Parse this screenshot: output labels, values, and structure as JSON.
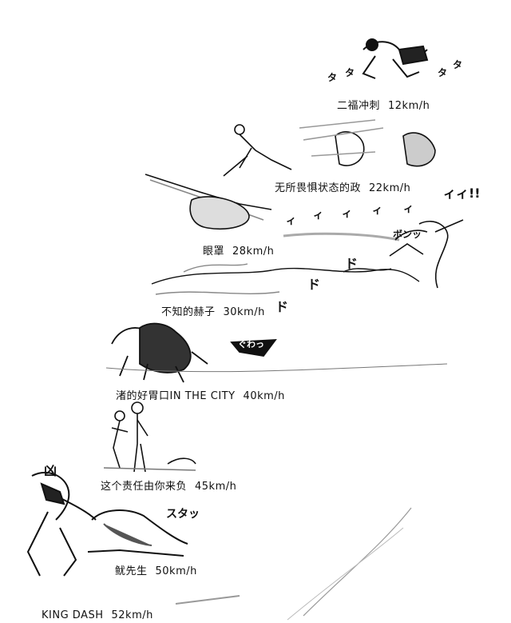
{
  "captions": [
    {
      "name": "二福冲刺",
      "speed": "12km/h"
    },
    {
      "name": "无所畏惧状态的政",
      "speed": "22km/h"
    },
    {
      "name": "眼罩",
      "speed": "28km/h"
    },
    {
      "name": "不知的赫子",
      "speed": "30km/h"
    },
    {
      "name": "渚的好胃口IN THE CITY",
      "speed": "40km/h"
    },
    {
      "name": "这个责任由你来负",
      "speed": "45km/h"
    },
    {
      "name": "鱿先生",
      "speed": "50km/h"
    },
    {
      "name": "KING DASH",
      "speed": "52km/h"
    }
  ],
  "sfx": {
    "ta": "タ",
    "ii": "ィ",
    "ii_big": "ィィ!!",
    "do": "ド",
    "bon": "ボンッ",
    "gaba": "ぐわっ",
    "sta": "スタッ",
    "emblem": "凶"
  },
  "colors": {
    "ink": "#111111",
    "paper": "#ffffff",
    "gray": "#9a9a9a"
  }
}
